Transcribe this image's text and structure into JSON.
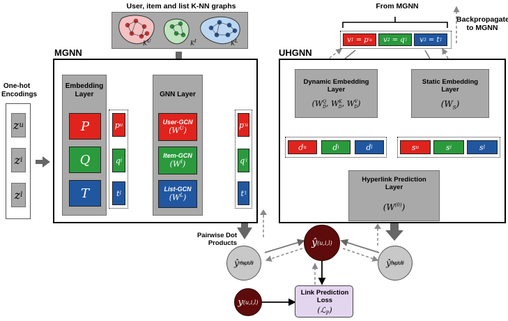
{
  "knn": {
    "title": "User, item and list K-NN graphs",
    "graph_labels": [
      "K^U",
      "K^I",
      "K^L"
    ]
  },
  "mgnn": {
    "title": "MGNN",
    "onehot_label_line1": "One-hot",
    "onehot_label_line2": "Encodings",
    "onehot_vars": [
      "z_u",
      "z_i",
      "z_l"
    ],
    "embedding_title_line1": "Embedding",
    "embedding_title_line2": "Layer",
    "embedding_matrices": [
      "P",
      "Q",
      "T"
    ],
    "embedding_vectors": [
      "p_u",
      "q_i",
      "t_l"
    ],
    "gnn_title": "GNN Layer",
    "gcns": [
      {
        "name": "User-GCN",
        "weight": "(W^U)"
      },
      {
        "name": "Item-GCN",
        "weight": "(W^I)"
      },
      {
        "name": "List-GCN",
        "weight": "(W^L)"
      }
    ],
    "output_vectors": [
      "p'_u",
      "q'_i",
      "t'_l"
    ],
    "pairwise_line1": "Pairwise Dot",
    "pairwise_line2": "Products",
    "score": "ŷ^mgnn_(u,i,l)"
  },
  "uhgnn": {
    "title": "UHGNN",
    "from_mgnn": "From MGNN",
    "backprop_line1": "Backpropagate",
    "backprop_line2": "to MGNN",
    "inputs": [
      "v_1 = p'_u",
      "v_2 = q'_i",
      "v_3 = t'_l"
    ],
    "dynamic_line1": "Dynamic Embedding",
    "dynamic_line2": "Layer",
    "dynamic_weight": "(W_D^Q, W_D^K, W_D^V)",
    "static_line1": "Static Embedding",
    "static_line2": "Layer",
    "static_weight": "(W_S)",
    "dynamic_vectors": [
      "d_u",
      "d_i",
      "d_l"
    ],
    "static_vectors": [
      "s_u",
      "s_i",
      "s_l"
    ],
    "hyperlink_line1": "Hyperlink Prediction",
    "hyperlink_line2": "Layer",
    "hyperlink_weight": "(W^(0))",
    "score": "ŷ^hgnn_(u,i,l)"
  },
  "output": {
    "final_score": "ŷ_(u,i,l)",
    "target": "y_(u,i,l)",
    "loss_line1": "Link Prediction",
    "loss_line2": "Loss",
    "loss_symbol": "(L_P)"
  },
  "colors": {
    "red": "#e0231c",
    "green": "#2a9a3c",
    "blue": "#2057a0",
    "gray": "#a9a9a9",
    "maroon": "#5e0b0b",
    "loss_bg": "#e4d5ef"
  }
}
